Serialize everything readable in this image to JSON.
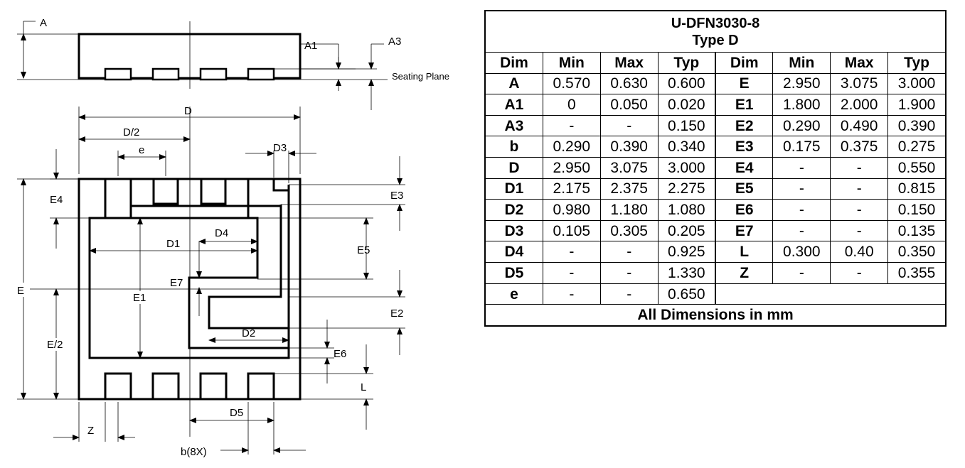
{
  "drawing": {
    "labels": {
      "A": "A",
      "A1": "A1",
      "A3": "A3",
      "seating_plane": "Seating Plane",
      "D": "D",
      "D_half": "D/2",
      "e": "e",
      "D3": "D3",
      "E4": "E4",
      "E3": "E3",
      "D4": "D4",
      "D1": "D1",
      "E5": "E5",
      "E7": "E7",
      "E": "E",
      "E1": "E1",
      "E2": "E2",
      "E_half": "E/2",
      "D2": "D2",
      "E6": "E6",
      "L": "L",
      "D5": "D5",
      "Z": "Z",
      "b8x": "b(8X)"
    }
  },
  "table": {
    "title_line1": "U-DFN3030-8",
    "title_line2": "Type D",
    "headers": [
      "Dim",
      "Min",
      "Max",
      "Typ",
      "Dim",
      "Min",
      "Max",
      "Typ"
    ],
    "rows": [
      [
        "A",
        "0.570",
        "0.630",
        "0.600",
        "E",
        "2.950",
        "3.075",
        "3.000"
      ],
      [
        "A1",
        "0",
        "0.050",
        "0.020",
        "E1",
        "1.800",
        "2.000",
        "1.900"
      ],
      [
        "A3",
        "-",
        "-",
        "0.150",
        "E2",
        "0.290",
        "0.490",
        "0.390"
      ],
      [
        "b",
        "0.290",
        "0.390",
        "0.340",
        "E3",
        "0.175",
        "0.375",
        "0.275"
      ],
      [
        "D",
        "2.950",
        "3.075",
        "3.000",
        "E4",
        "-",
        "-",
        "0.550"
      ],
      [
        "D1",
        "2.175",
        "2.375",
        "2.275",
        "E5",
        "-",
        "-",
        "0.815"
      ],
      [
        "D2",
        "0.980",
        "1.180",
        "1.080",
        "E6",
        "-",
        "-",
        "0.150"
      ],
      [
        "D3",
        "0.105",
        "0.305",
        "0.205",
        "E7",
        "-",
        "-",
        "0.135"
      ],
      [
        "D4",
        "-",
        "-",
        "0.925",
        "L",
        "0.300",
        "0.40",
        "0.350"
      ],
      [
        "D5",
        "-",
        "-",
        "1.330",
        "Z",
        "-",
        "-",
        "0.355"
      ],
      [
        "e",
        "-",
        "-",
        "0.650",
        "",
        "",
        "",
        ""
      ]
    ],
    "footer": "All Dimensions in mm"
  }
}
